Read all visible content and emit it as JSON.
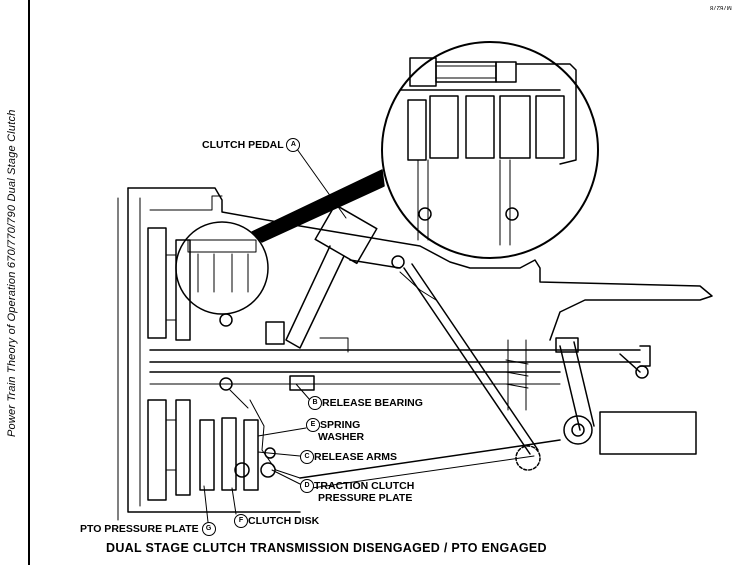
{
  "side_title": "Power Train Theory of Operation 670/770/790 Dual Stage Clutch",
  "figure_id": "M76278",
  "caption": "DUAL STAGE CLUTCH TRANSMISSION DISENGAGED / PTO ENGAGED",
  "labels": {
    "a": {
      "letter": "A",
      "text": "CLUTCH PEDAL"
    },
    "b": {
      "letter": "B",
      "text": "RELEASE BEARING"
    },
    "e": {
      "letter": "E",
      "text": "SPRING",
      "text2": "WASHER"
    },
    "c": {
      "letter": "C",
      "text": "RELEASE ARMS"
    },
    "d": {
      "letter": "D",
      "text": "TRACTION CLUTCH",
      "text2": "PRESSURE PLATE"
    },
    "f": {
      "letter": "F",
      "text": "CLUTCH DISK"
    },
    "g": {
      "letter": "G",
      "text": "PTO PRESSURE PLATE"
    }
  }
}
